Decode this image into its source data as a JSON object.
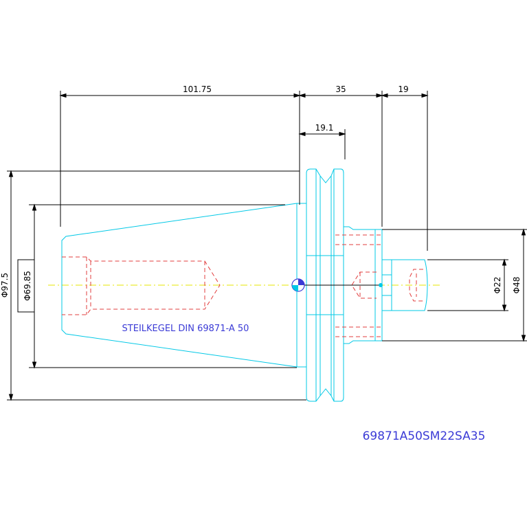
{
  "dimensions": {
    "d1": "101.75",
    "d2": "35",
    "d3": "19",
    "d4": "19.1",
    "dia_outer": "Φ97.5",
    "dia_taper": "Φ69.85",
    "dia_small": "Φ22",
    "dia_mid": "Φ48"
  },
  "labels": {
    "taper_spec": "STEILKEGEL DIN 69871-A 50",
    "part_number": "69871A50SM22SA35"
  },
  "colors": {
    "outline": "#00c8e6",
    "dimension": "#000000",
    "hidden": "#e23c3c",
    "centerline": "#e6e600",
    "text": "#3b3bd6"
  }
}
